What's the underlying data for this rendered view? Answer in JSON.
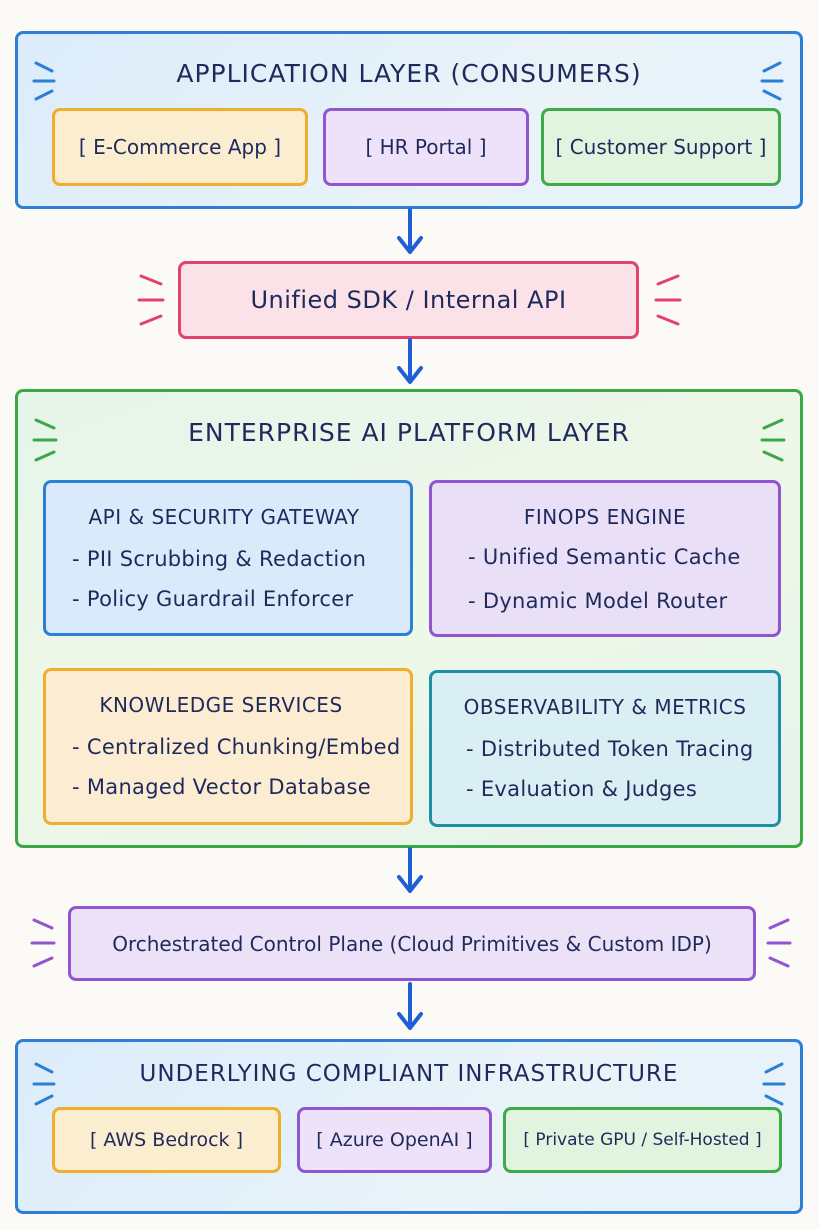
{
  "application_layer": {
    "title": "APPLICATION LAYER (CONSUMERS)",
    "apps": [
      "[ E-Commerce App ]",
      "[ HR Portal ]",
      "[ Customer Support ]"
    ]
  },
  "sdk": {
    "label": "Unified SDK / Internal API"
  },
  "platform_layer": {
    "title": "ENTERPRISE AI PLATFORM LAYER",
    "modules": [
      {
        "title": "API & SECURITY GATEWAY",
        "items": [
          "- PII Scrubbing & Redaction",
          "- Policy Guardrail Enforcer"
        ]
      },
      {
        "title": "FINOPS ENGINE",
        "items": [
          "- Unified Semantic Cache",
          "- Dynamic Model Router"
        ]
      },
      {
        "title": "KNOWLEDGE SERVICES",
        "items": [
          "- Centralized Chunking/Embed",
          "- Managed Vector Database"
        ]
      },
      {
        "title": "OBSERVABILITY & METRICS",
        "items": [
          "- Distributed Token Tracing",
          "- Evaluation & Judges"
        ]
      }
    ]
  },
  "control_plane": {
    "label": "Orchestrated Control Plane (Cloud Primitives & Custom IDP)"
  },
  "infrastructure_layer": {
    "title": "UNDERLYING COMPLIANT INFRASTRUCTURE",
    "providers": [
      "[ AWS Bedrock ]",
      "[ Azure OpenAI ]",
      "[ Private GPU / Self-Hosted ]"
    ]
  },
  "colors": {
    "blue": "#2d7fd6",
    "green": "#3aa845",
    "pink": "#e2436a",
    "violet": "#9155cf",
    "orange": "#efae2c",
    "teal": "#1e8fa6",
    "arrow": "#1f5fd6"
  }
}
